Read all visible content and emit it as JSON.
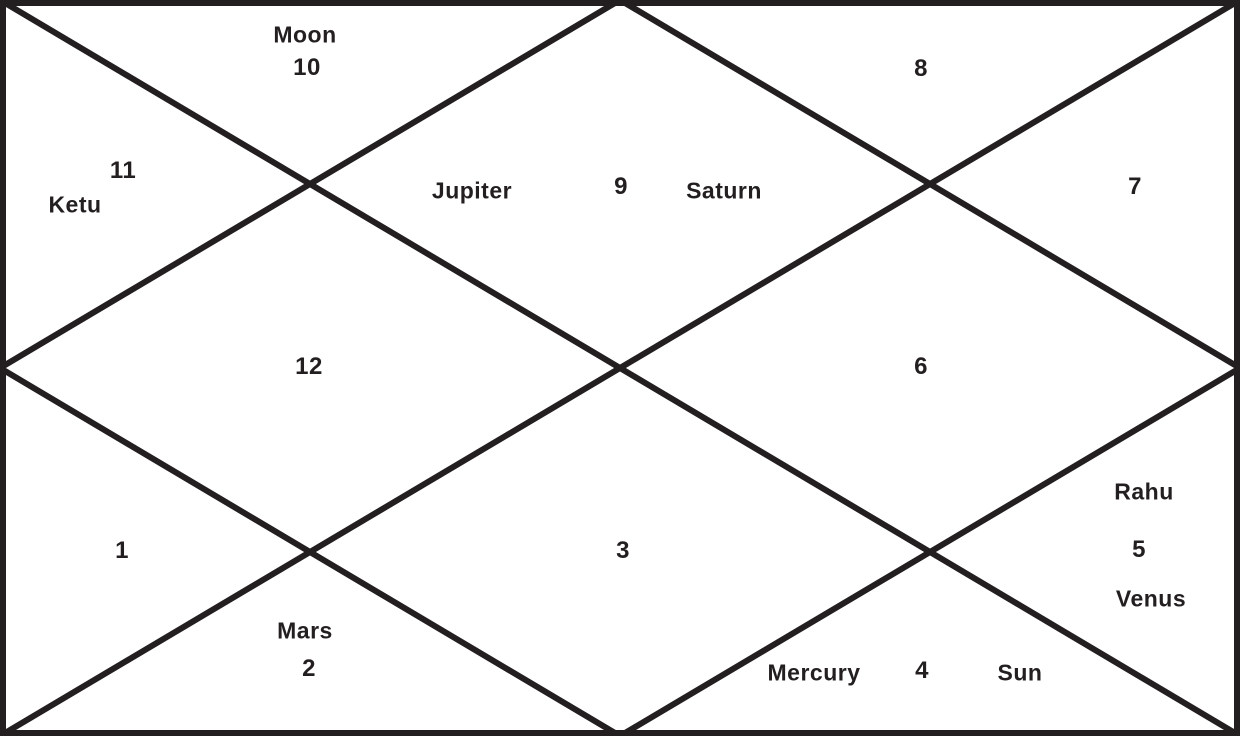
{
  "houses": [
    {
      "sign_number": "1",
      "planets": []
    },
    {
      "sign_number": "2",
      "planets": [
        "Mars"
      ]
    },
    {
      "sign_number": "3",
      "planets": []
    },
    {
      "sign_number": "4",
      "planets": [
        "Mercury",
        "Sun"
      ]
    },
    {
      "sign_number": "5",
      "planets": [
        "Rahu",
        "Venus"
      ]
    },
    {
      "sign_number": "6",
      "planets": []
    },
    {
      "sign_number": "7",
      "planets": []
    },
    {
      "sign_number": "8",
      "planets": []
    },
    {
      "sign_number": "9",
      "planets": [
        "Jupiter",
        "Saturn"
      ]
    },
    {
      "sign_number": "10",
      "planets": [
        "Moon"
      ]
    },
    {
      "sign_number": "11",
      "planets": [
        "Ketu"
      ]
    },
    {
      "sign_number": "12",
      "planets": []
    }
  ],
  "colors": {
    "line": "#231f20",
    "text": "#231f20",
    "background": "#ffffff"
  }
}
